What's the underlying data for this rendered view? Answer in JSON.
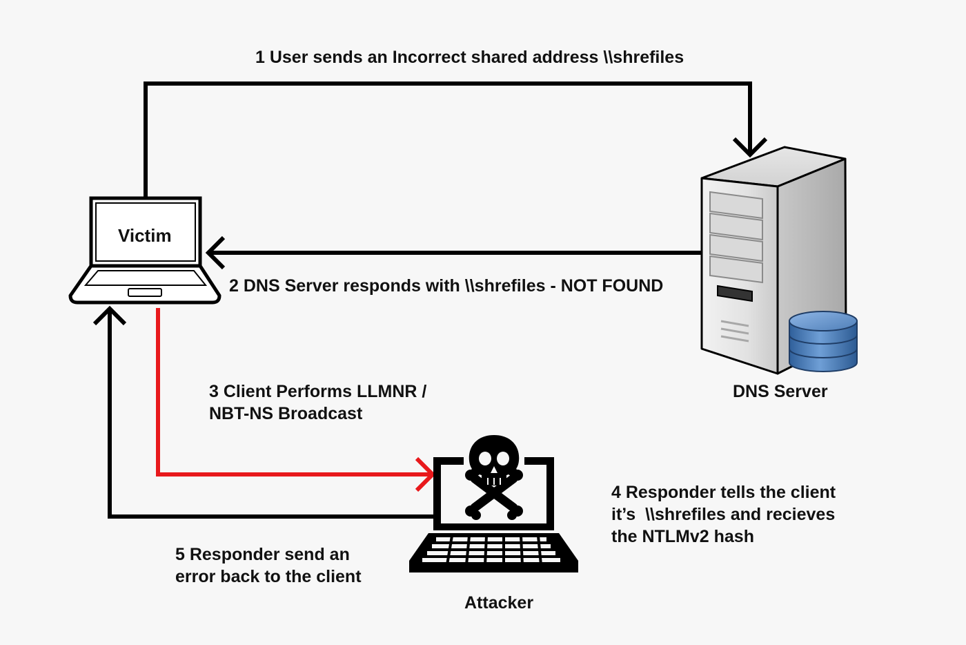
{
  "nodes": {
    "victim": "Victim",
    "dns_server": "DNS Server",
    "attacker": "Attacker"
  },
  "steps": {
    "step1": "1 User sends an Incorrect shared address \\\\shrefiles",
    "step2": "2 DNS Server responds with \\\\shrefiles - NOT FOUND",
    "step3": [
      "3 Client Performs LLMNR /",
      "NBT-NS Broadcast"
    ],
    "step4": [
      "4 Responder tells the client",
      "it’s  \\\\shrefiles and recieves",
      "the NTLMv2 hash"
    ],
    "step5": [
      "5 Responder send an",
      "error back to the client"
    ]
  },
  "colors": {
    "background": "#f7f7f7",
    "arrow": "#000000",
    "broadcast_arrow": "#e8191c",
    "database": "#4f7fb8"
  }
}
